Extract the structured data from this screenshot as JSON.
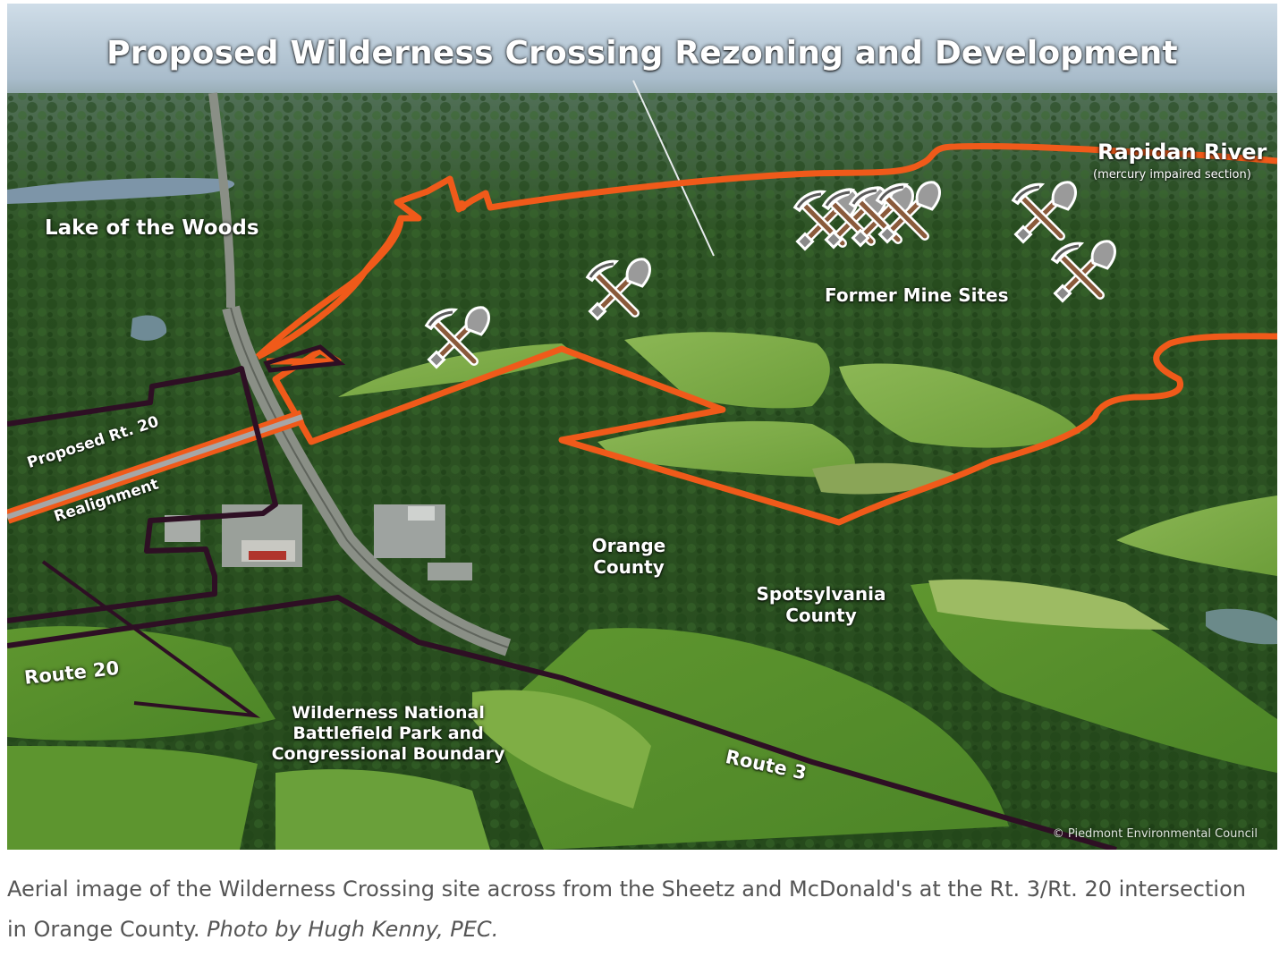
{
  "map": {
    "title": "Proposed Wilderness Crossing Rezoning and Development",
    "labels": {
      "rapidan_river": "Rapidan River",
      "rapidan_river_note": "(mercury impaired section)",
      "lake_of_the_woods": "Lake of the Woods",
      "former_mine_sites": "Former Mine Sites",
      "proposed_rt20": "Proposed Rt. 20",
      "realignment": "Realignment",
      "orange_county_1": "Orange",
      "orange_county_2": "County",
      "spotsylvania_1": "Spotsylvania",
      "spotsylvania_2": "County",
      "route_20": "Route 20",
      "route_3": "Route 3",
      "wilderness_1": "Wilderness National",
      "wilderness_2": "Battlefield Park and",
      "wilderness_3": "Congressional Boundary"
    },
    "credit": "© Piedmont Environmental Council",
    "icons": {
      "mine": "pickaxe-and-shovel-icon"
    },
    "colors": {
      "development_boundary": "#f05a1a",
      "park_boundary": "#2e0f24",
      "forest": "#2d5a22",
      "field": "#7fae45"
    }
  },
  "caption": {
    "text": "Aerial image of the Wilderness Crossing site across from the Sheetz and McDonald's at the Rt. 3/Rt. 20 intersection in Orange County.",
    "credit": "Photo by Hugh Kenny, PEC."
  }
}
